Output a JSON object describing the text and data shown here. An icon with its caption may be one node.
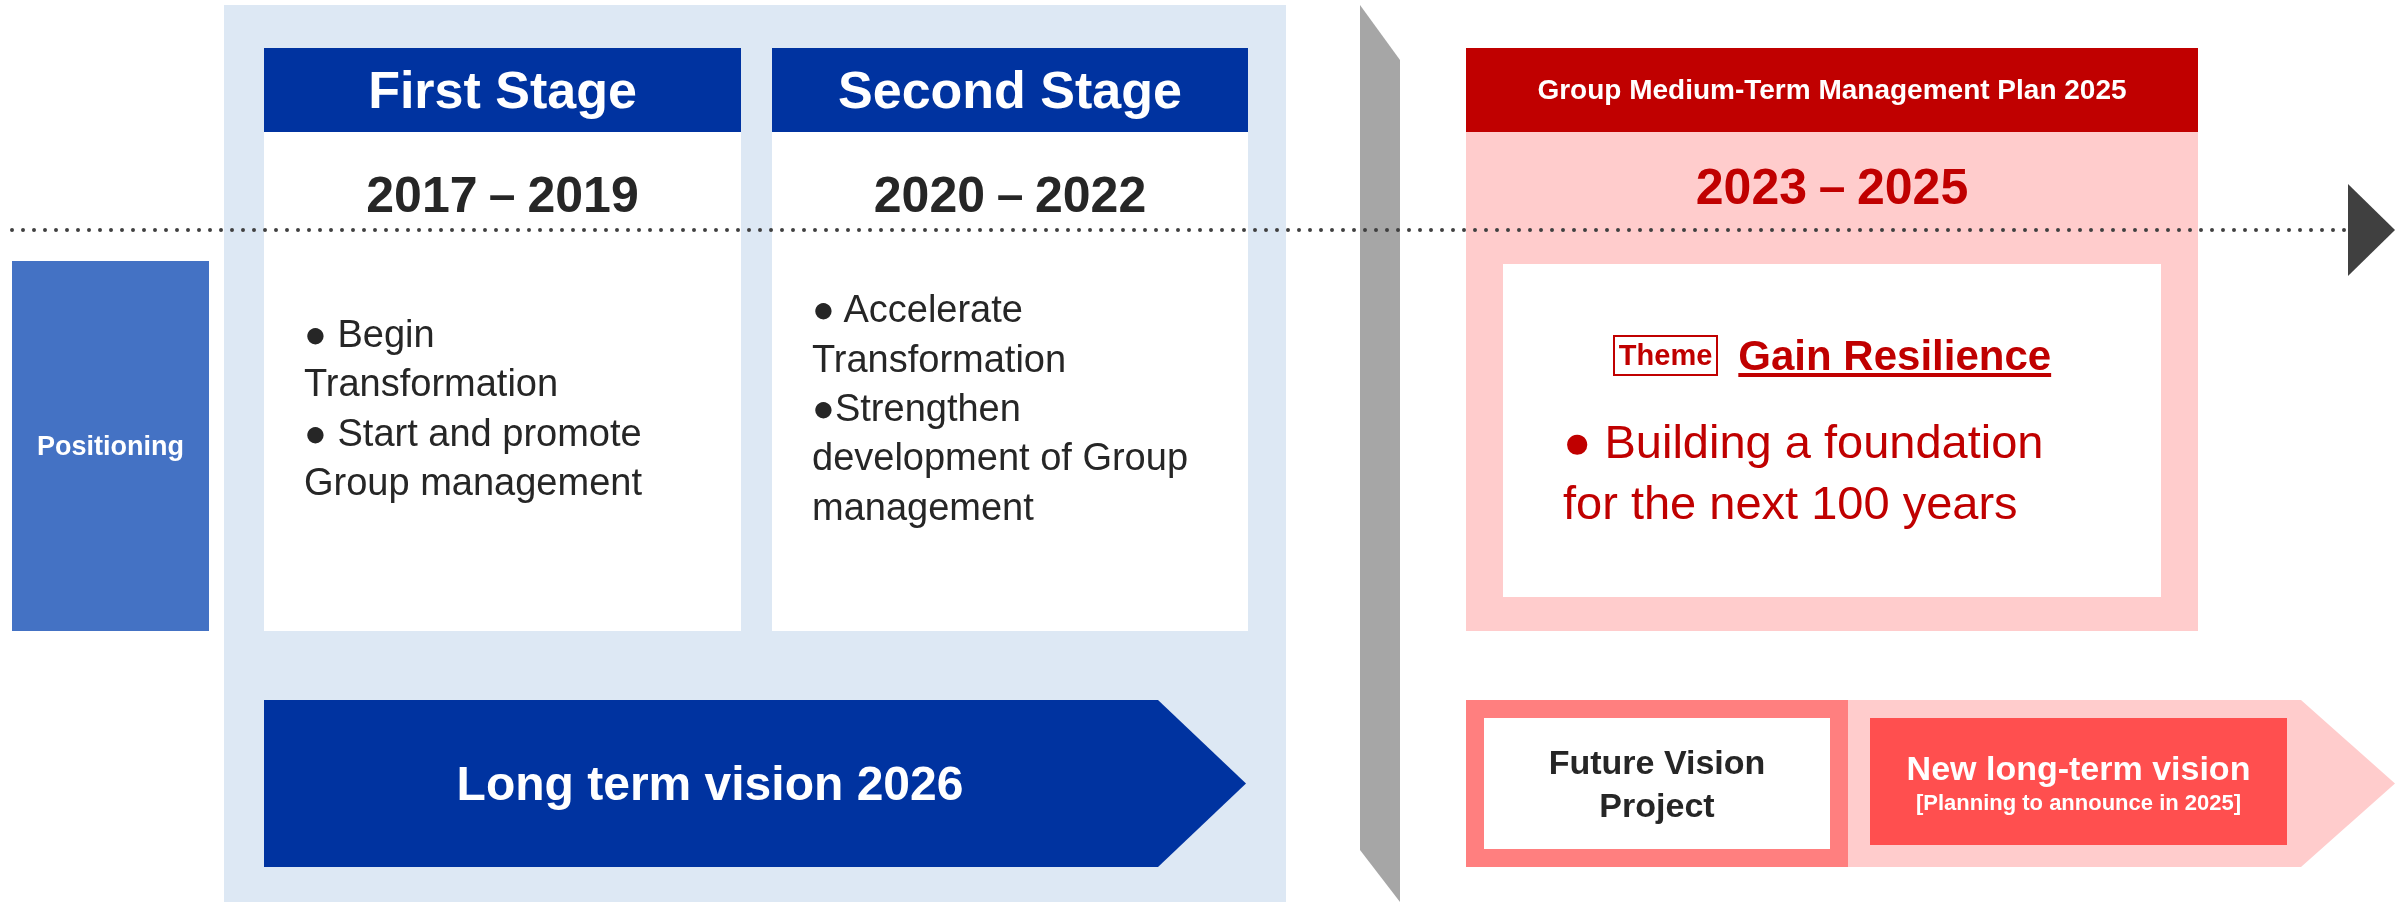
{
  "diagram": {
    "nodes": [
      {
        "text": [
          "Positioning"
        ]
      },
      {
        "text": [],
        "shape": "box"
      },
      {
        "text": [
          "First Stage",
          "2017－2019",
          "● Begin Transformation",
          "● Start and promote Group management"
        ],
        "in": 1
      },
      {
        "text": [
          "Second Stage",
          "2020－2022",
          "● Accelerate Transformation",
          "●Strengthen development of Group management"
        ],
        "in": 1
      },
      {
        "text": [
          "Long term vision 2026"
        ],
        "in": 1
      },
      {
        "text": [
          "Group Medium-Term Management Plan 2025",
          "2023－2025"
        ]
      },
      {
        "text": [
          "Gain Resilience",
          "● Building a foundation for the next 100 years"
        ],
        "in": 5
      },
      {
        "text": [
          "Theme"
        ],
        "in": 6
      },
      {
        "text": [],
        "shape": "arrow"
      },
      {
        "text": [
          "Future Vision Project"
        ],
        "in": 8
      },
      {
        "text": [
          "New long-term vision",
          "[Planning to announce in 2025]"
        ],
        "in": 8
      },
      {
        "text": [],
        "shape": "bar"
      }
    ],
    "edges": []
  }
}
